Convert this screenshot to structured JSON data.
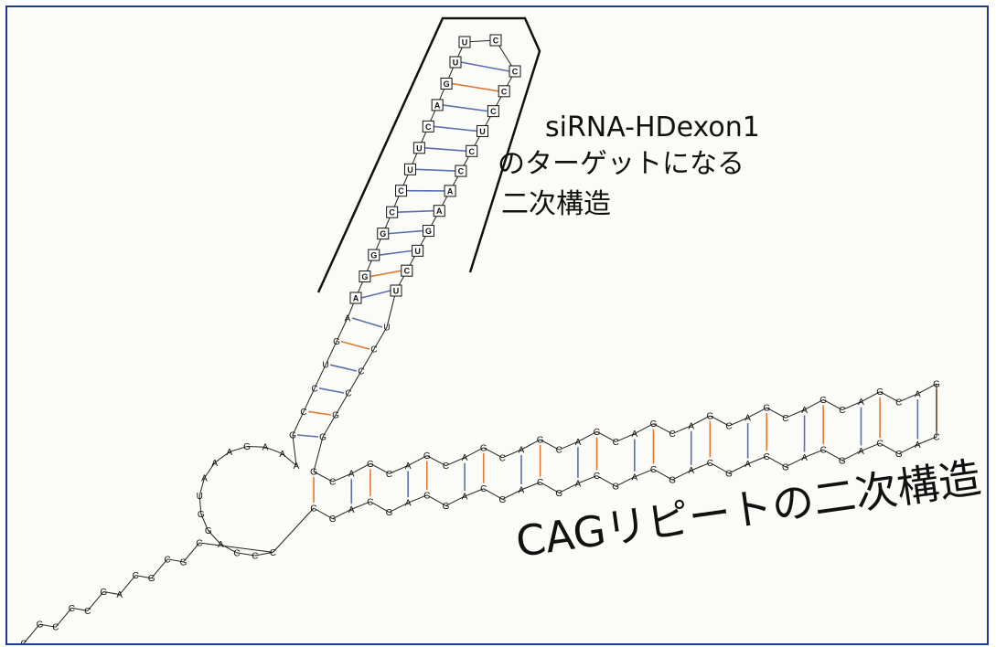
{
  "colors": {
    "frame": "#1f3a8a",
    "pair_gc": "#e07a30",
    "pair_au": "#5a6fb0",
    "backbone": "#222222"
  },
  "annotations": {
    "target_line1": "siRNA-HDexon1",
    "target_line2": "のターゲットになる",
    "target_line3": "二次構造",
    "cag_label": "CAGリピートの二次構造"
  },
  "hairpin": {
    "left_strand": [
      "A",
      "G",
      "G",
      "G",
      "C",
      "C",
      "U",
      "U",
      "C",
      "A",
      "G",
      "U"
    ],
    "right_strand": [
      "U",
      "C",
      "U",
      "G",
      "A",
      "A",
      "C",
      "C",
      "U",
      "C",
      "C",
      "C"
    ],
    "loop": [
      "U",
      "C"
    ]
  },
  "cag_chain": {
    "top": [
      "G",
      "C",
      "A",
      "G",
      "C",
      "A",
      "G",
      "C",
      "A",
      "G",
      "C",
      "A",
      "G",
      "C",
      "A",
      "G",
      "C",
      "A",
      "G",
      "C",
      "A",
      "G",
      "C",
      "A",
      "G",
      "C",
      "A",
      "G",
      "C",
      "A",
      "G",
      "C",
      "A",
      "G"
    ],
    "bottom": [
      "C",
      "G",
      "A",
      "C",
      "G",
      "A",
      "C",
      "G",
      "A",
      "C",
      "G",
      "A",
      "C",
      "G",
      "A",
      "C",
      "G",
      "A",
      "C",
      "G",
      "A",
      "C",
      "G",
      "A",
      "C",
      "G",
      "A",
      "C",
      "G",
      "A",
      "C",
      "G",
      "A",
      "C"
    ]
  },
  "stem_mid": {
    "left": [
      "A",
      "G",
      "U",
      "C",
      "C",
      "G"
    ],
    "right": [
      "U",
      "C",
      "C",
      "C",
      "G",
      "G"
    ]
  },
  "junction": [
    "A",
    "A",
    "A",
    "G",
    "A",
    "A",
    "A",
    "U",
    "G",
    "G",
    "A",
    "C",
    "C",
    "C"
  ],
  "lower": [
    "C",
    "G",
    "C",
    "G",
    "C",
    "A",
    "G",
    "C",
    "C",
    "C",
    "G",
    "C"
  ]
}
